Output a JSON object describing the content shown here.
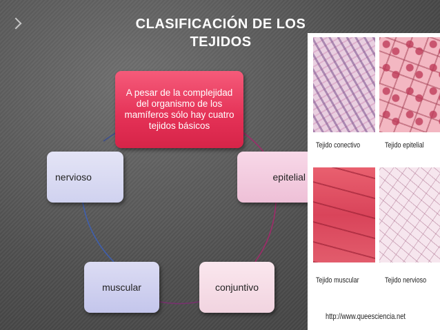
{
  "title": "CLASIFICACIÓN DE LOS TEJIDOS",
  "diagram": {
    "center": "A pesar de la complejidad del organismo de los mamíferos sólo hay cuatro tejidos básicos",
    "nodes": {
      "epitelial": "epitelial",
      "conjuntivo": "conjuntivo",
      "muscular": "muscular",
      "nervioso": "nervioso"
    }
  },
  "image": {
    "captions": {
      "conectivo": "Tejido conectivo",
      "epitelial": "Tejido epitelial",
      "muscular": "Tejido muscular",
      "nervioso": "Tejido nervioso"
    },
    "source_url": "http://www.queesciencia.net"
  },
  "colors": {
    "center_node": "#e43156",
    "epitelial_node": "#eec0d7",
    "conjuntivo_node": "#f1d4e0",
    "muscular_node": "#c4c6ec",
    "nervioso_node": "#d0d2ef"
  }
}
